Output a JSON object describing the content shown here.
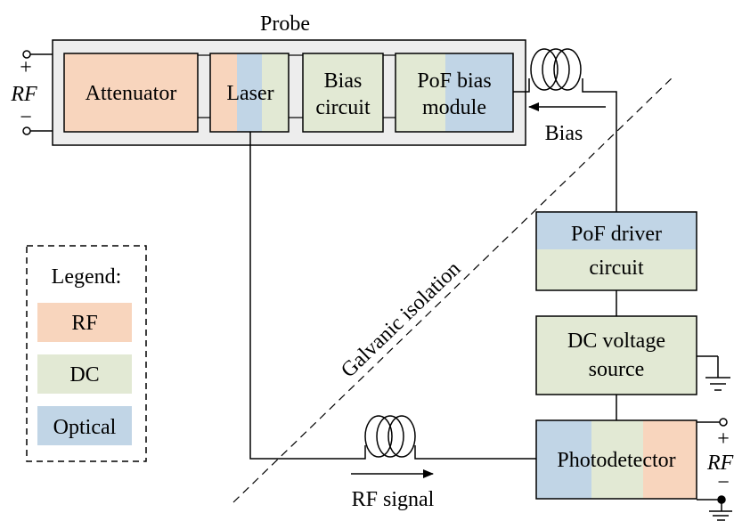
{
  "colors": {
    "rf": "#f8d5bd",
    "dc": "#e2e9d4",
    "optical": "#c1d5e6",
    "probe_bg": "#ededed",
    "line": "#000000"
  },
  "probe": {
    "title": "Probe",
    "attenuator": "Attenuator",
    "laser": "Laser",
    "bias_circuit_line1": "Bias",
    "bias_circuit_line2": "circuit",
    "pof_bias_line1": "PoF bias",
    "pof_bias_line2": "module"
  },
  "rf_input": {
    "plus": "+",
    "label": "RF",
    "minus": "−"
  },
  "rf_output": {
    "plus": "+",
    "label": "RF",
    "minus": "−"
  },
  "bias_label": "Bias",
  "galvanic_isolation": "Galvanic isolation",
  "pof_driver_line1": "PoF driver",
  "pof_driver_line2": "circuit",
  "dc_source_line1": "DC voltage",
  "dc_source_line2": "source",
  "photodetector": "Photodetector",
  "rf_signal_label": "RF signal",
  "legend": {
    "title": "Legend:",
    "rf": "RF",
    "dc": "DC",
    "optical": "Optical"
  }
}
